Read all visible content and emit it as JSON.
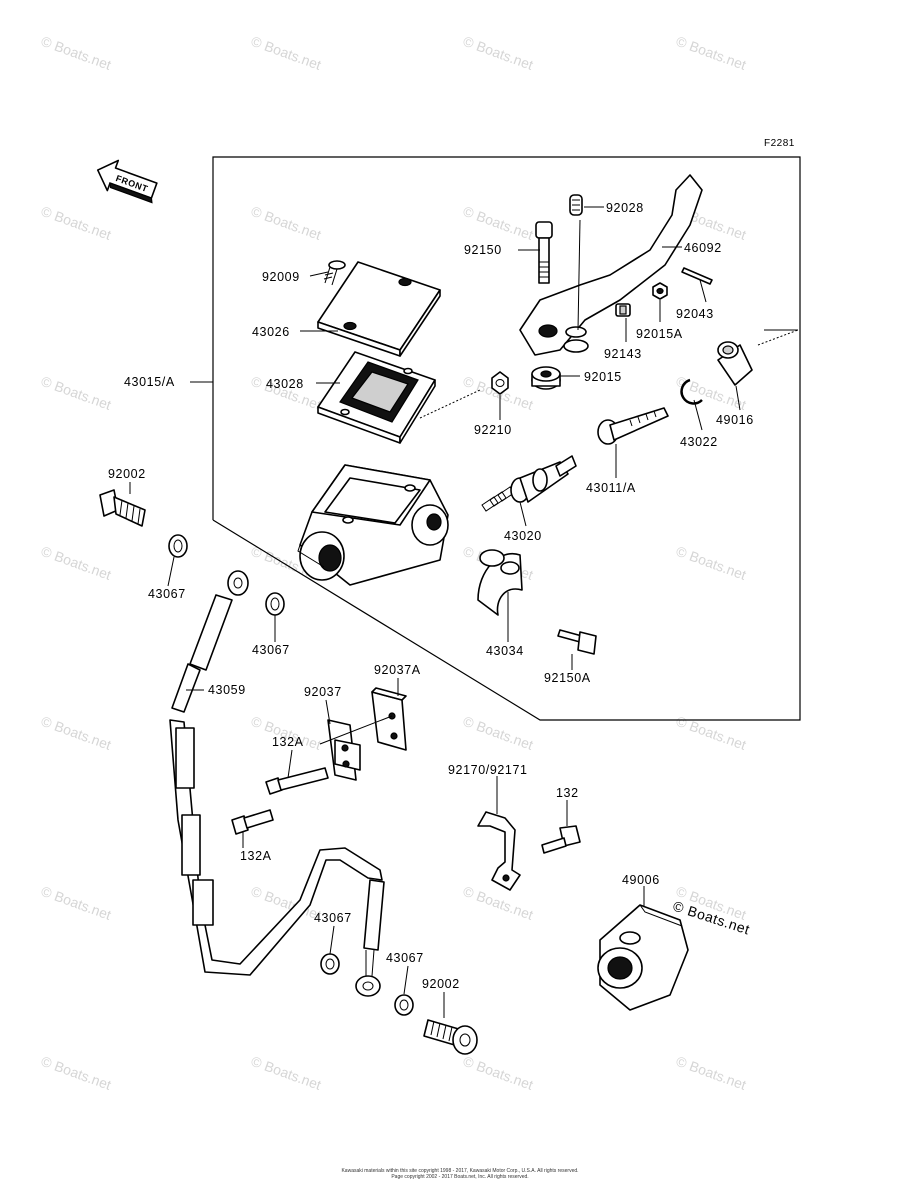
{
  "figure_code": "F2281",
  "front_arrow_text": "FRONT",
  "watermark_text": "© Boats.net",
  "brand_watermark": "© Boats.net",
  "copyright_lines": [
    "Kawasaki materials within this site copyright 1998 - 2017, Kawasaki Motor Corp., U.S.A. All rights reserved.",
    "Page copyright 2002 - 2017 Boats.net, Inc. All rights reserved."
  ],
  "parts": {
    "p92028": "92028",
    "p92150": "92150",
    "p46092": "46092",
    "p92009": "92009",
    "p92043": "92043",
    "p92015A": "92015A",
    "p43026": "43026",
    "p92143": "92143",
    "p43015A": "43015/A",
    "p43028": "43028",
    "p92015": "92015",
    "p49016": "49016",
    "p92210": "92210",
    "p43022": "43022",
    "p92002_top": "92002",
    "p43011A": "43011/A",
    "p43020": "43020",
    "p43067_a": "43067",
    "p43067_b": "43067",
    "p43034": "43034",
    "p92150A": "92150A",
    "p92037A": "92037A",
    "p43059": "43059",
    "p92037": "92037",
    "p132A_top": "132A",
    "p92170": "92170/92171",
    "p132": "132",
    "p132A_bottom": "132A",
    "p49006": "49006",
    "p43067_c": "43067",
    "p43067_d": "43067",
    "p92002_bottom": "92002"
  }
}
